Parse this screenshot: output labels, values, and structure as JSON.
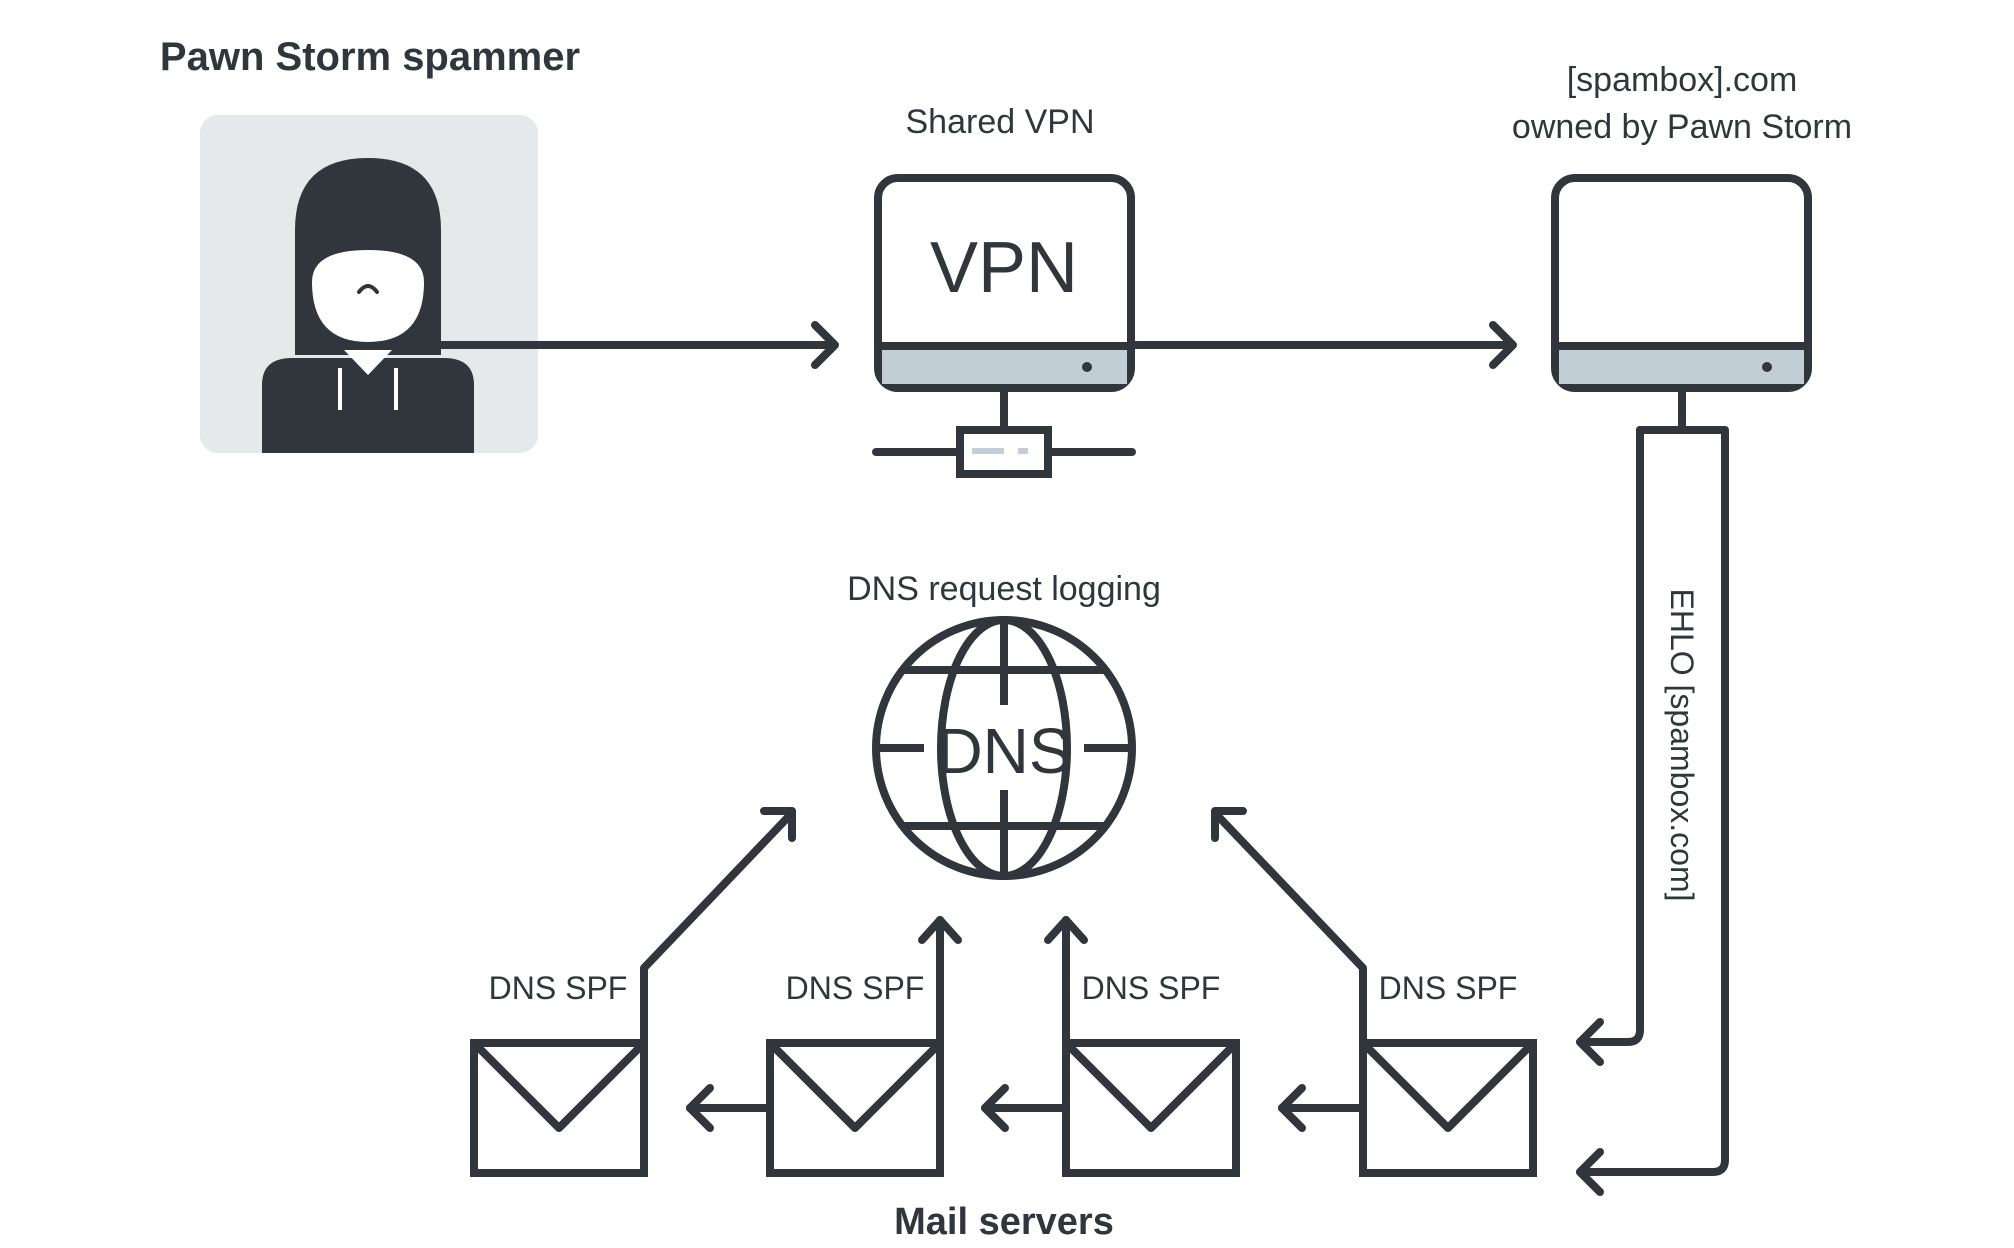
{
  "labels": {
    "spammer": "Pawn Storm spammer",
    "shared_vpn": "Shared VPN",
    "spambox_line1": "[spambox].com",
    "spambox_line2": "owned by Pawn Storm",
    "vpn_screen_text": "VPN",
    "dns_request_logging": "DNS request logging",
    "dns_globe_text": "DNS",
    "ehlo": "EHLO [spambox.com]",
    "mail_servers": "Mail servers",
    "dns_spf": [
      "DNS SPF",
      "DNS SPF",
      "DNS SPF",
      "DNS SPF"
    ]
  },
  "colors": {
    "ink": "#30363b",
    "panel": "#e6e9eb",
    "screen_bar": "#c1ced5",
    "background": "#ffffff"
  }
}
